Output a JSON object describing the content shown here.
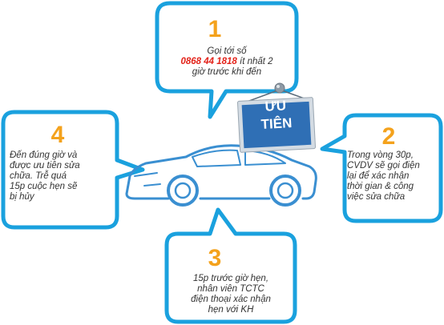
{
  "colors": {
    "bubble_border": "#1aa1de",
    "step_number": "#f4a21c",
    "phone": "#e32219",
    "car": "#3a8fd1",
    "sign": "#2f6fb5"
  },
  "steps": [
    {
      "number": "1",
      "line1": "Gọi tới số",
      "phone": "0868 44 1818",
      "after_phone": "ít nhất 2",
      "line3": "giờ trước khi đến"
    },
    {
      "number": "2",
      "lines": [
        "Trong vòng 30p,",
        "CVDV sẽ gọi điện",
        "lại để xác nhận",
        "thời gian & công",
        "việc sửa chữa"
      ]
    },
    {
      "number": "3",
      "lines": [
        "15p trước giờ hẹn,",
        "nhân viên TCTC",
        "điện thoại xác nhận",
        "hẹn với KH"
      ]
    },
    {
      "number": "4",
      "lines": [
        "Đến đúng giờ và",
        "được ưu tiên sửa",
        "chữa. Trễ quá",
        "15p cuộc hẹn sẽ",
        "bị hủy"
      ]
    }
  ],
  "sign": {
    "line1": "ƯU",
    "line2": "TIÊN"
  }
}
